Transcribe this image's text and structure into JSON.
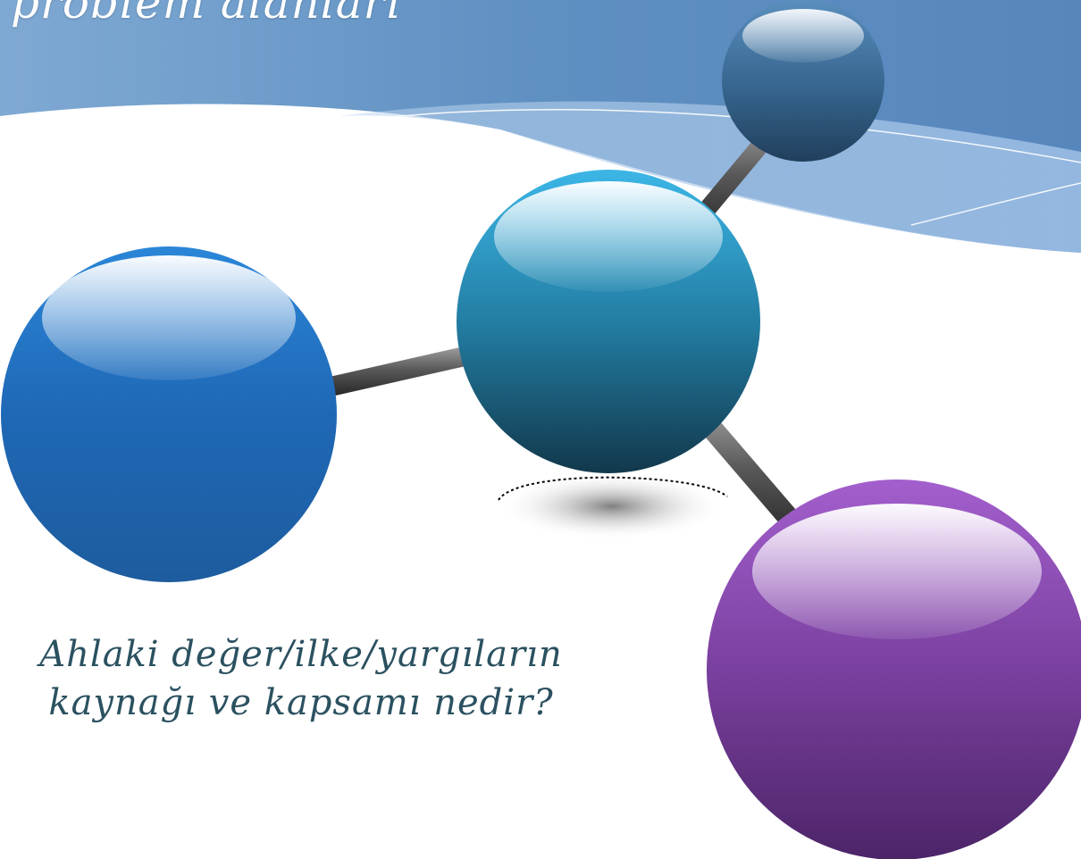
{
  "slide": {
    "title": "problem alanları",
    "question_line1": "Ahlaki değer/ilke/yargıların",
    "question_line2": "kaynağı ve kapsamı nedir?"
  },
  "colors": {
    "header_blue": "#5a8cc0",
    "sphere_left": "#1f63b0",
    "sphere_center": "#1f7fa8",
    "sphere_top": "#2f5f87",
    "sphere_right": "#7a3f9e",
    "text": "#2b5160"
  }
}
